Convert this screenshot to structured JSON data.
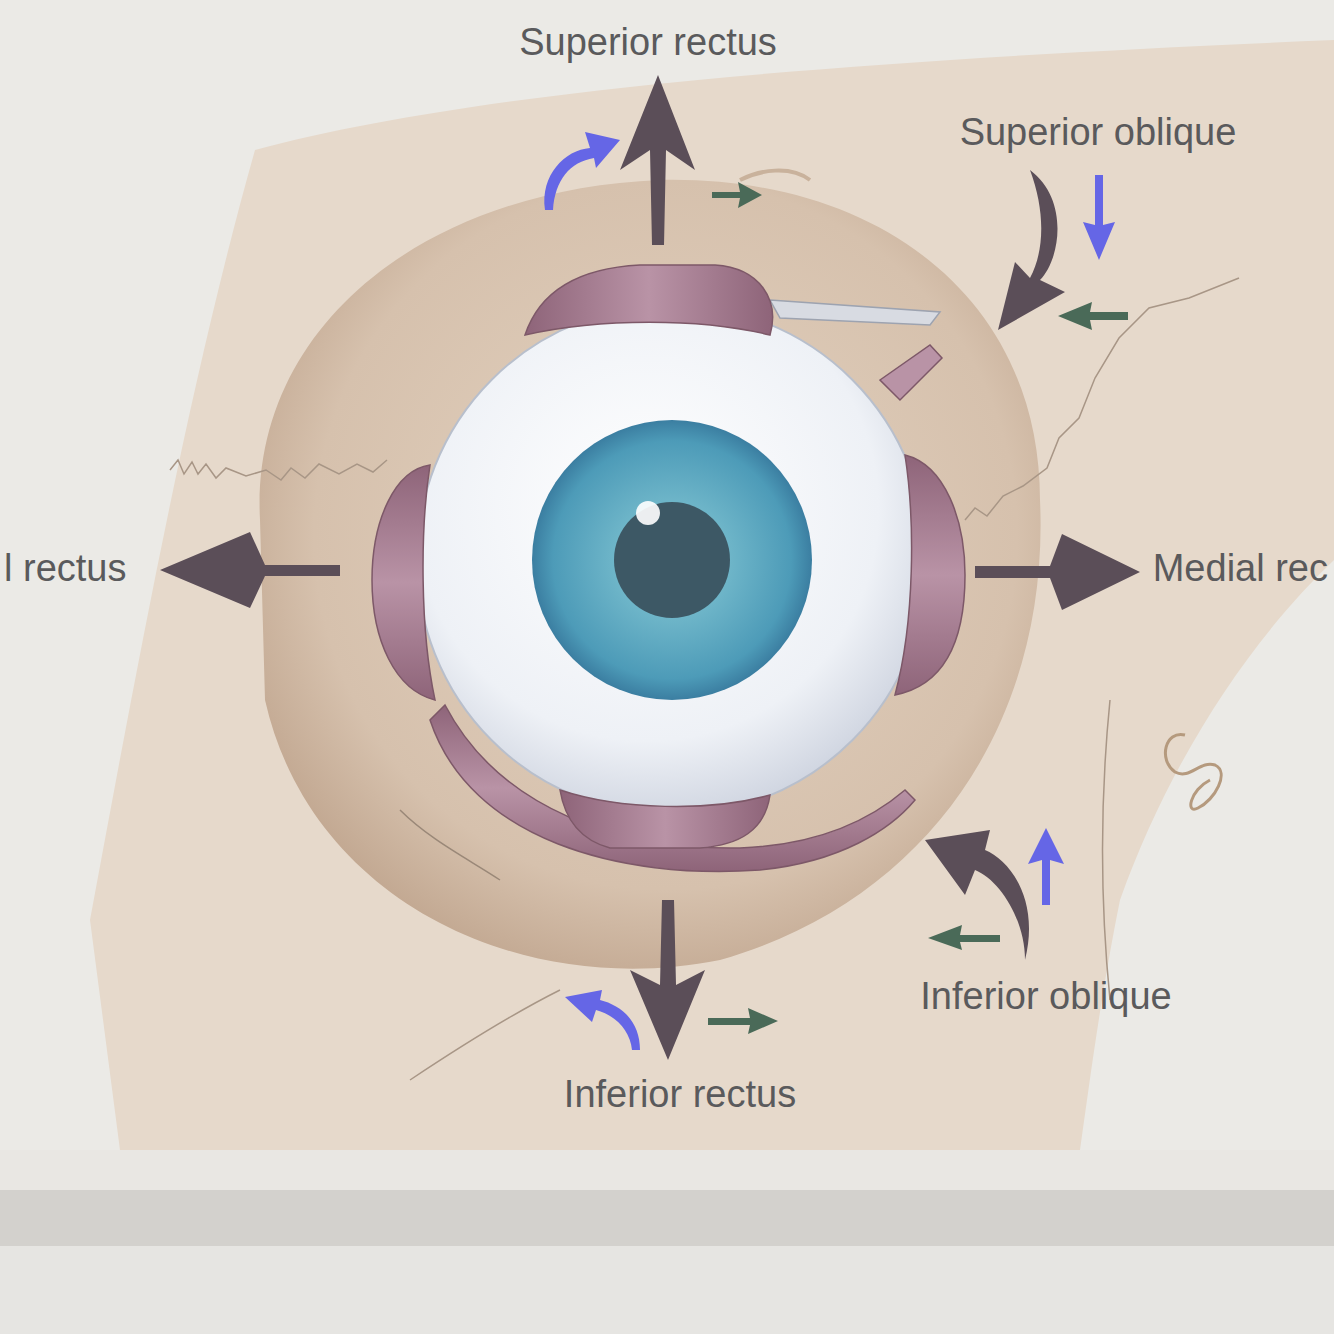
{
  "diagram": {
    "labels": [
      "Superior rectus",
      "Superior oblique",
      "l rectus",
      "Medial rec",
      "Inferior oblique",
      "Inferior rectus"
    ]
  }
}
